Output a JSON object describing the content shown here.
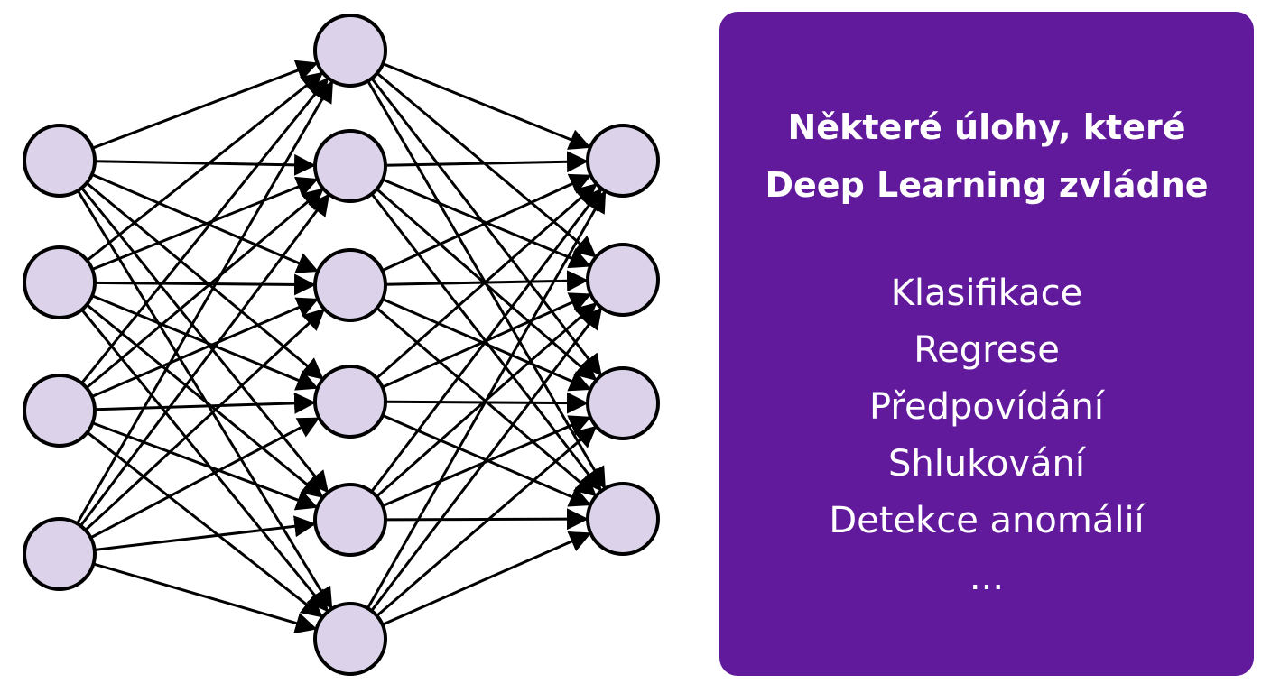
{
  "colors": {
    "panel_bg": "#621a9c",
    "panel_text": "#ffffff",
    "node_fill": "#dcd3ea",
    "node_stroke": "#000000",
    "edge": "#000000",
    "background": "#ffffff"
  },
  "network": {
    "layers": [
      4,
      6,
      4
    ],
    "edge_style": "arrow"
  },
  "panel": {
    "title_line1": "Některé úlohy, které",
    "title_line2": "Deep Learning zvládne",
    "tasks": [
      "Klasifikace",
      "Regrese",
      "Předpovídání",
      "Shlukování",
      "Detekce anomálií",
      "..."
    ]
  }
}
